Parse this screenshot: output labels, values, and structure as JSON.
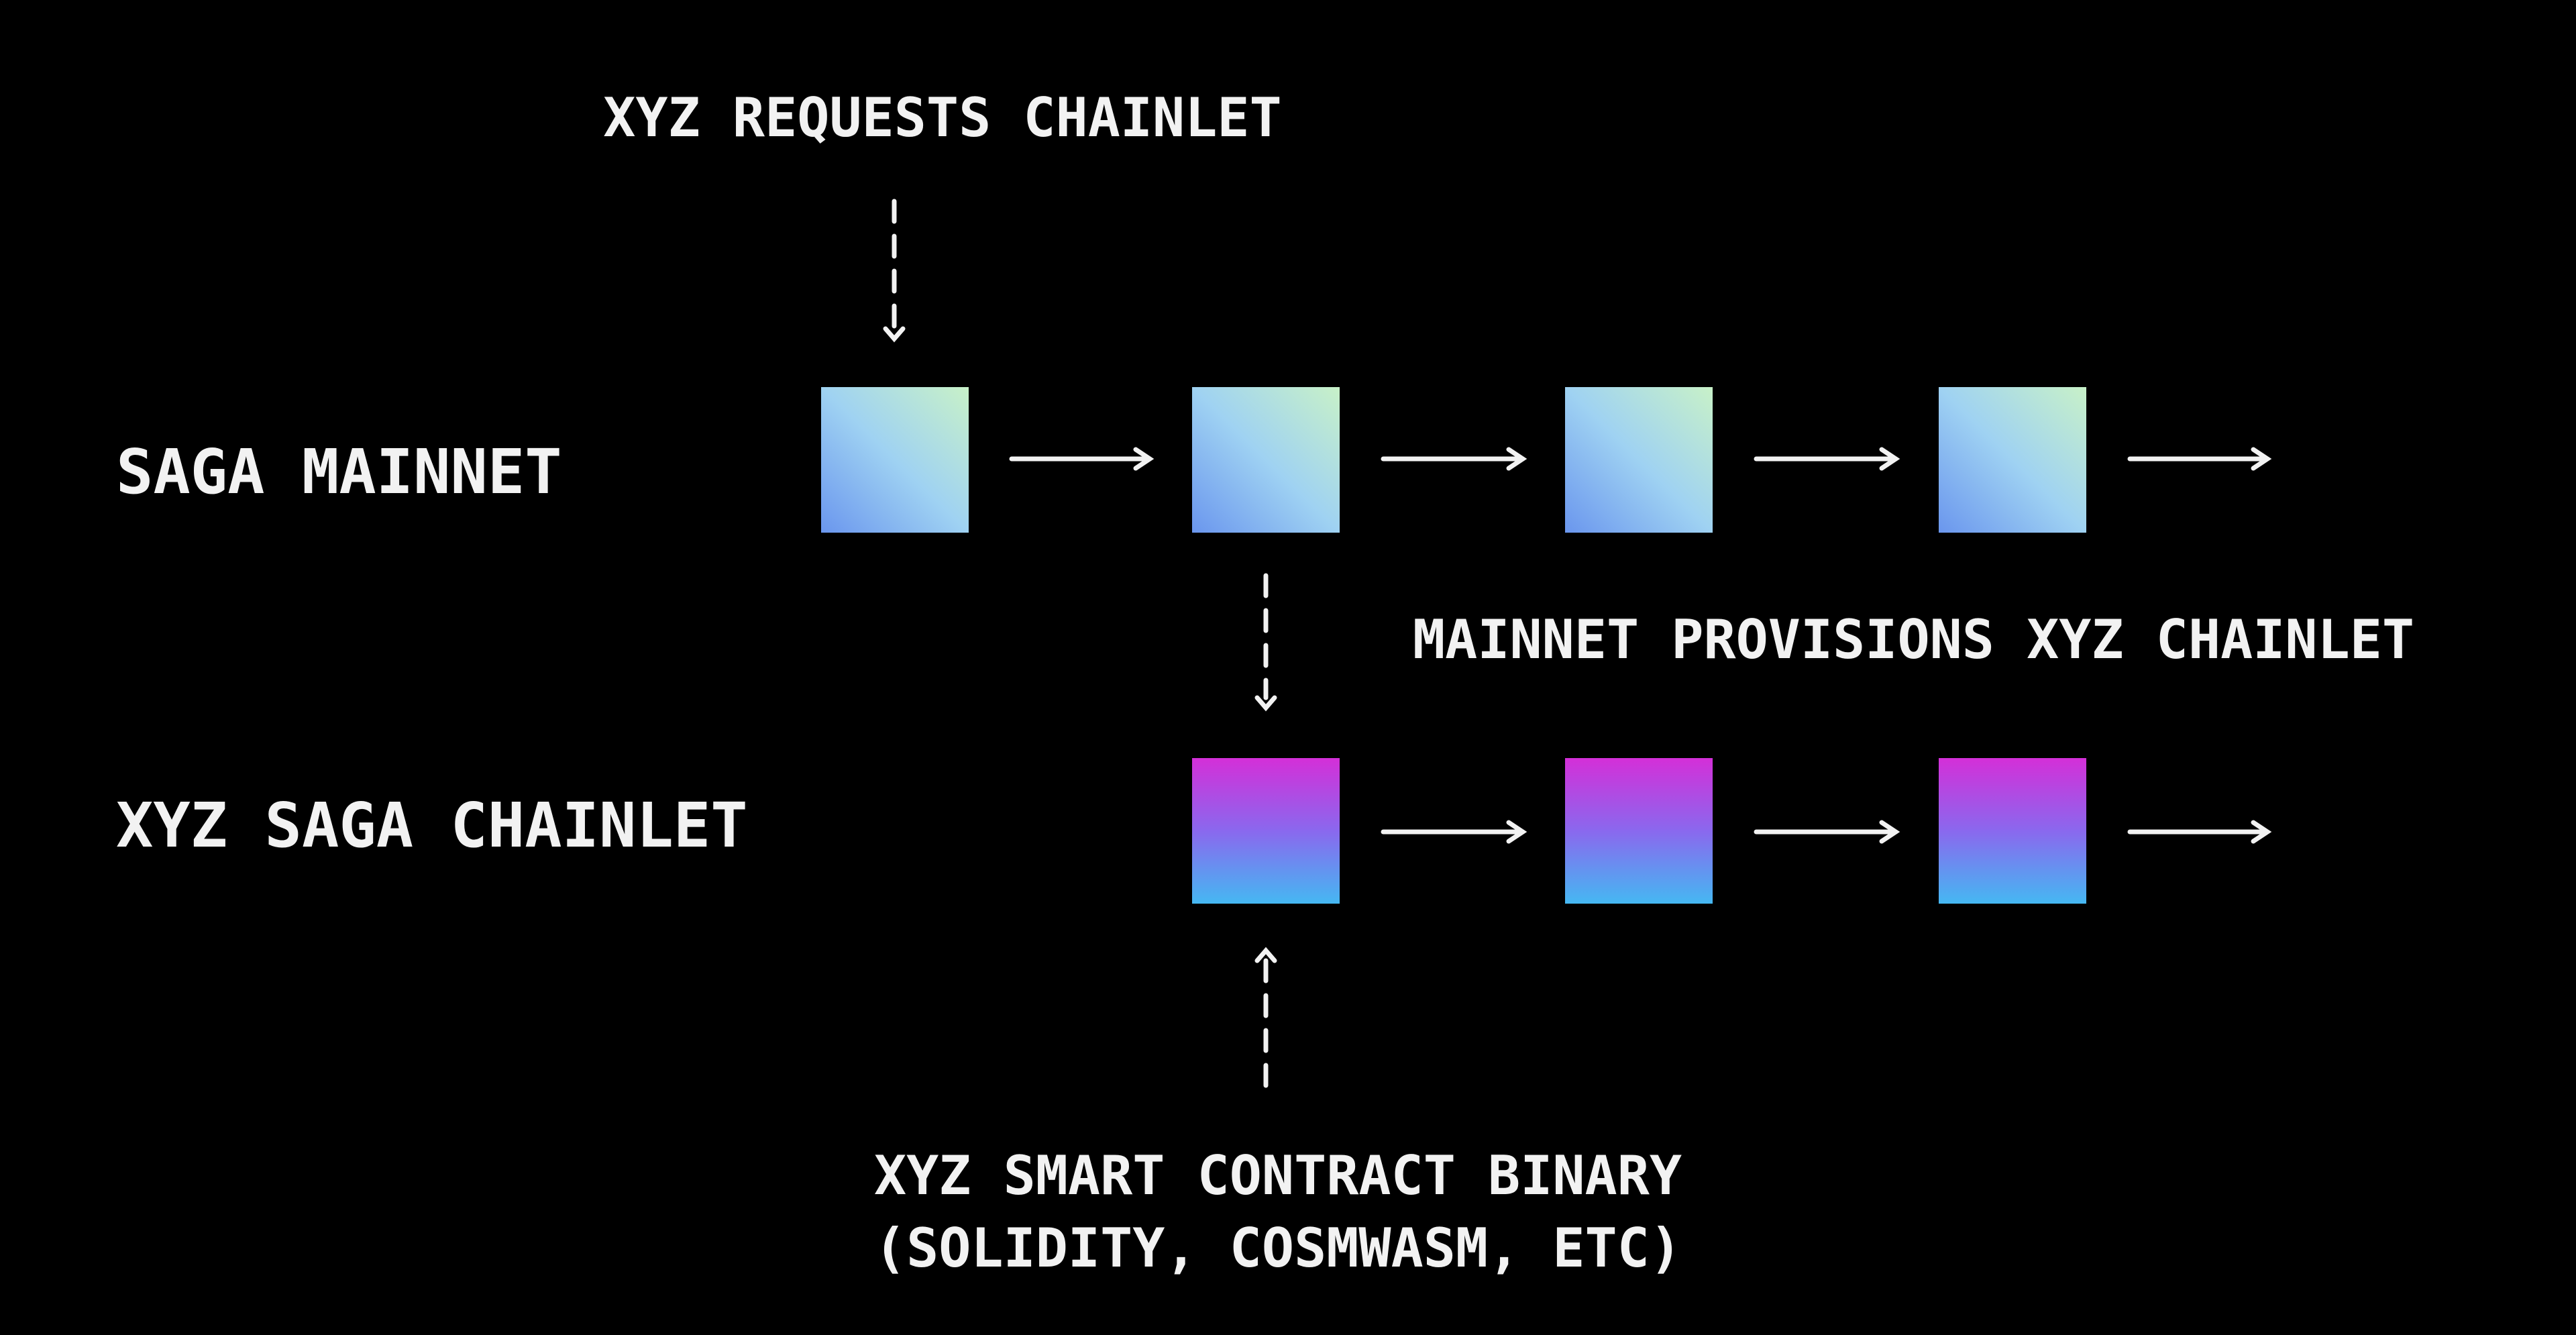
{
  "diagram": {
    "background": "#000000",
    "text_color": "#f2f2f2",
    "rows": [
      {
        "id": "mainnet",
        "label": "SAGA MAINNET",
        "block_count": 4,
        "block_style": "mainnet"
      },
      {
        "id": "chainlet",
        "label": "XYZ SAGA CHAINLET",
        "block_count": 3,
        "block_style": "chainlet"
      }
    ],
    "block_colors": {
      "mainnet": [
        "#c8f1c8",
        "#9fd2f2",
        "#6a96ee"
      ],
      "chainlet": [
        "#d42fd8",
        "#8a68ee",
        "#45b8f2"
      ]
    },
    "annotations": {
      "request": "XYZ REQUESTS CHAINLET",
      "provision": "MAINNET PROVISIONS XYZ CHAINLET",
      "binary_line1": "XYZ SMART CONTRACT BINARY",
      "binary_line2": "(SOLIDITY, COSMWASM, ETC)"
    },
    "flow_icons": [
      "dashed-arrow-down-icon",
      "dashed-arrow-down-icon",
      "dashed-arrow-up-icon",
      "arrow-right-icon"
    ]
  }
}
